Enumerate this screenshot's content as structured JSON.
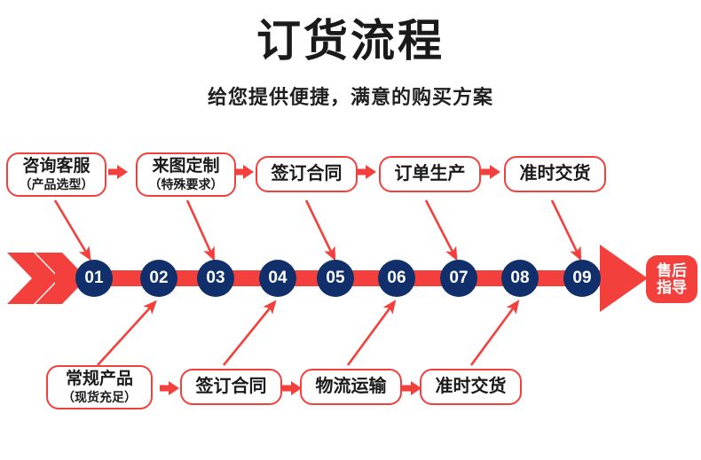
{
  "header": {
    "title": "订货流程",
    "subtitle": "给您提供便捷，满意的购买方案"
  },
  "colors": {
    "red": "#F4403C",
    "navy": "#11306B",
    "text": "#1a1a1a",
    "background": "#FFFFFF"
  },
  "top_row": [
    {
      "line1": "咨询客服",
      "line2": "（产品选型）"
    },
    {
      "line1": "来图定制",
      "line2": "（特殊要求）"
    },
    {
      "line1": "签订合同",
      "line2": ""
    },
    {
      "line1": "订单生产",
      "line2": ""
    },
    {
      "line1": "准时交货",
      "line2": ""
    }
  ],
  "bottom_row": [
    {
      "line1": "常规产品",
      "line2": "（现货充足）"
    },
    {
      "line1": "签订合同",
      "line2": ""
    },
    {
      "line1": "物流运输",
      "line2": ""
    },
    {
      "line1": "准时交货",
      "line2": ""
    }
  ],
  "steps": [
    {
      "number": "01"
    },
    {
      "number": "02"
    },
    {
      "number": "03"
    },
    {
      "number": "04"
    },
    {
      "number": "05"
    },
    {
      "number": "06"
    },
    {
      "number": "07"
    },
    {
      "number": "08"
    },
    {
      "number": "09"
    }
  ],
  "end_badge": {
    "line1": "售后",
    "line2": "指导"
  }
}
